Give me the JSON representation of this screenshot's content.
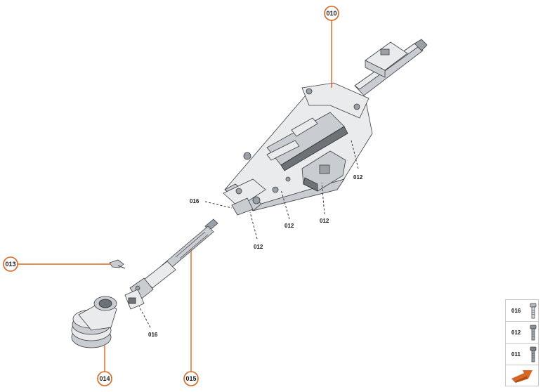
{
  "callouts": [
    {
      "id": "010",
      "label": "010"
    },
    {
      "id": "013",
      "label": "013"
    },
    {
      "id": "014",
      "label": "014"
    },
    {
      "id": "015",
      "label": "015"
    }
  ],
  "part_labels": {
    "label_016_top": "016",
    "label_016_bottom": "016",
    "label_012_right": "012",
    "label_012_mid_a": "012",
    "label_012_mid_b": "012",
    "label_012_low": "012"
  },
  "legend": {
    "rows": [
      {
        "code": "016",
        "icon": "bolt-icon"
      },
      {
        "code": "012",
        "icon": "bolt-icon"
      },
      {
        "code": "011",
        "icon": "bolt-icon"
      }
    ],
    "action_icon": "orange-arrow-icon"
  },
  "colors": {
    "accent": "#d9661f",
    "text": "#1a1a1a",
    "border": "#c7c7c7"
  }
}
